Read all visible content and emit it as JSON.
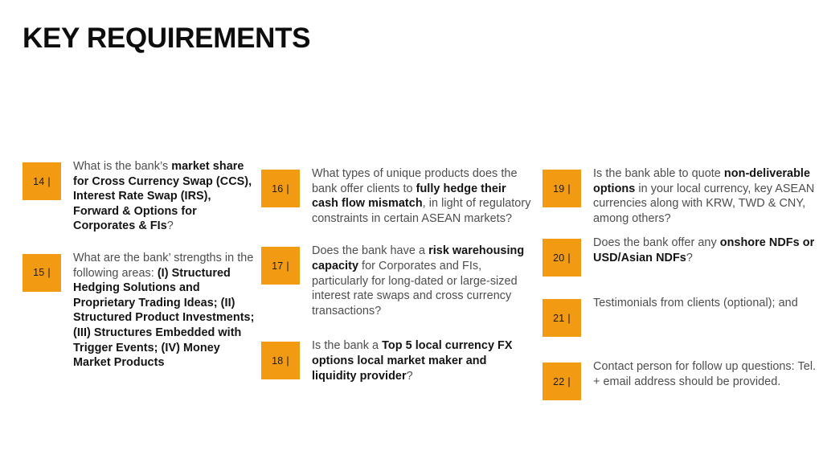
{
  "slide": {
    "title": "KEY REQUIREMENTS",
    "accent_color": "#F29A11",
    "text_color": "#4d4d4d",
    "bold_text_color": "#141414",
    "background_color": "#ffffff",
    "badge_separator": "|"
  },
  "columns": [
    {
      "name": "column-1",
      "items": [
        {
          "number": "14",
          "separator": "|",
          "segments": [
            {
              "text": "What is the bank’s ",
              "bold": false
            },
            {
              "text": "market share for Cross Currency Swap (CCS), Interest Rate Swap (IRS), Forward & Options for Corporates & FIs",
              "bold": true
            },
            {
              "text": "?",
              "bold": false
            }
          ]
        },
        {
          "number": "15",
          "separator": "|",
          "segments": [
            {
              "text": "What are the bank’ strengths in the following areas: ",
              "bold": false
            },
            {
              "text": "(I) Structured Hedging Solutions and Proprietary Trading Ideas; (II) Structured Product Investments; (III) Structures Embedded with Trigger Events; (IV) Money Market Products",
              "bold": true
            }
          ]
        }
      ]
    },
    {
      "name": "column-2",
      "items": [
        {
          "number": "16",
          "separator": "|",
          "segments": [
            {
              "text": "What types of unique products does the bank offer clients to ",
              "bold": false
            },
            {
              "text": "fully hedge their cash flow mismatch",
              "bold": true
            },
            {
              "text": ", in light of regulatory constraints in certain ASEAN markets?",
              "bold": false
            }
          ]
        },
        {
          "number": "17",
          "separator": "|",
          "segments": [
            {
              "text": "Does the bank have a ",
              "bold": false
            },
            {
              "text": "risk warehousing capacity",
              "bold": true
            },
            {
              "text": " for Corporates and FIs, particularly for long-dated or large-sized interest rate swaps and cross currency transactions?",
              "bold": false
            }
          ]
        },
        {
          "number": "18",
          "separator": "|",
          "segments": [
            {
              "text": "Is the bank a ",
              "bold": false
            },
            {
              "text": "Top 5 local currency FX options local market maker and liquidity provider",
              "bold": true
            },
            {
              "text": "?",
              "bold": false
            }
          ]
        }
      ]
    },
    {
      "name": "column-3",
      "items": [
        {
          "number": "19",
          "separator": "|",
          "segments": [
            {
              "text": "Is the bank able to quote ",
              "bold": false
            },
            {
              "text": "non-deliverable options",
              "bold": true
            },
            {
              "text": " in your local currency, key ASEAN currencies along with KRW, TWD & CNY, among others?",
              "bold": false
            }
          ]
        },
        {
          "number": "20",
          "separator": "|",
          "segments": [
            {
              "text": "Does the bank offer any ",
              "bold": false
            },
            {
              "text": "onshore NDFs or USD/Asian NDFs",
              "bold": true
            },
            {
              "text": "?",
              "bold": false
            }
          ]
        },
        {
          "number": "21",
          "separator": "|",
          "segments": [
            {
              "text": "Testimonials from clients (optional); and",
              "bold": false
            }
          ]
        },
        {
          "number": "22",
          "separator": "|",
          "segments": [
            {
              "text": "Contact person for follow up questions: Tel. + email address should be provided.",
              "bold": false
            }
          ]
        }
      ]
    }
  ]
}
